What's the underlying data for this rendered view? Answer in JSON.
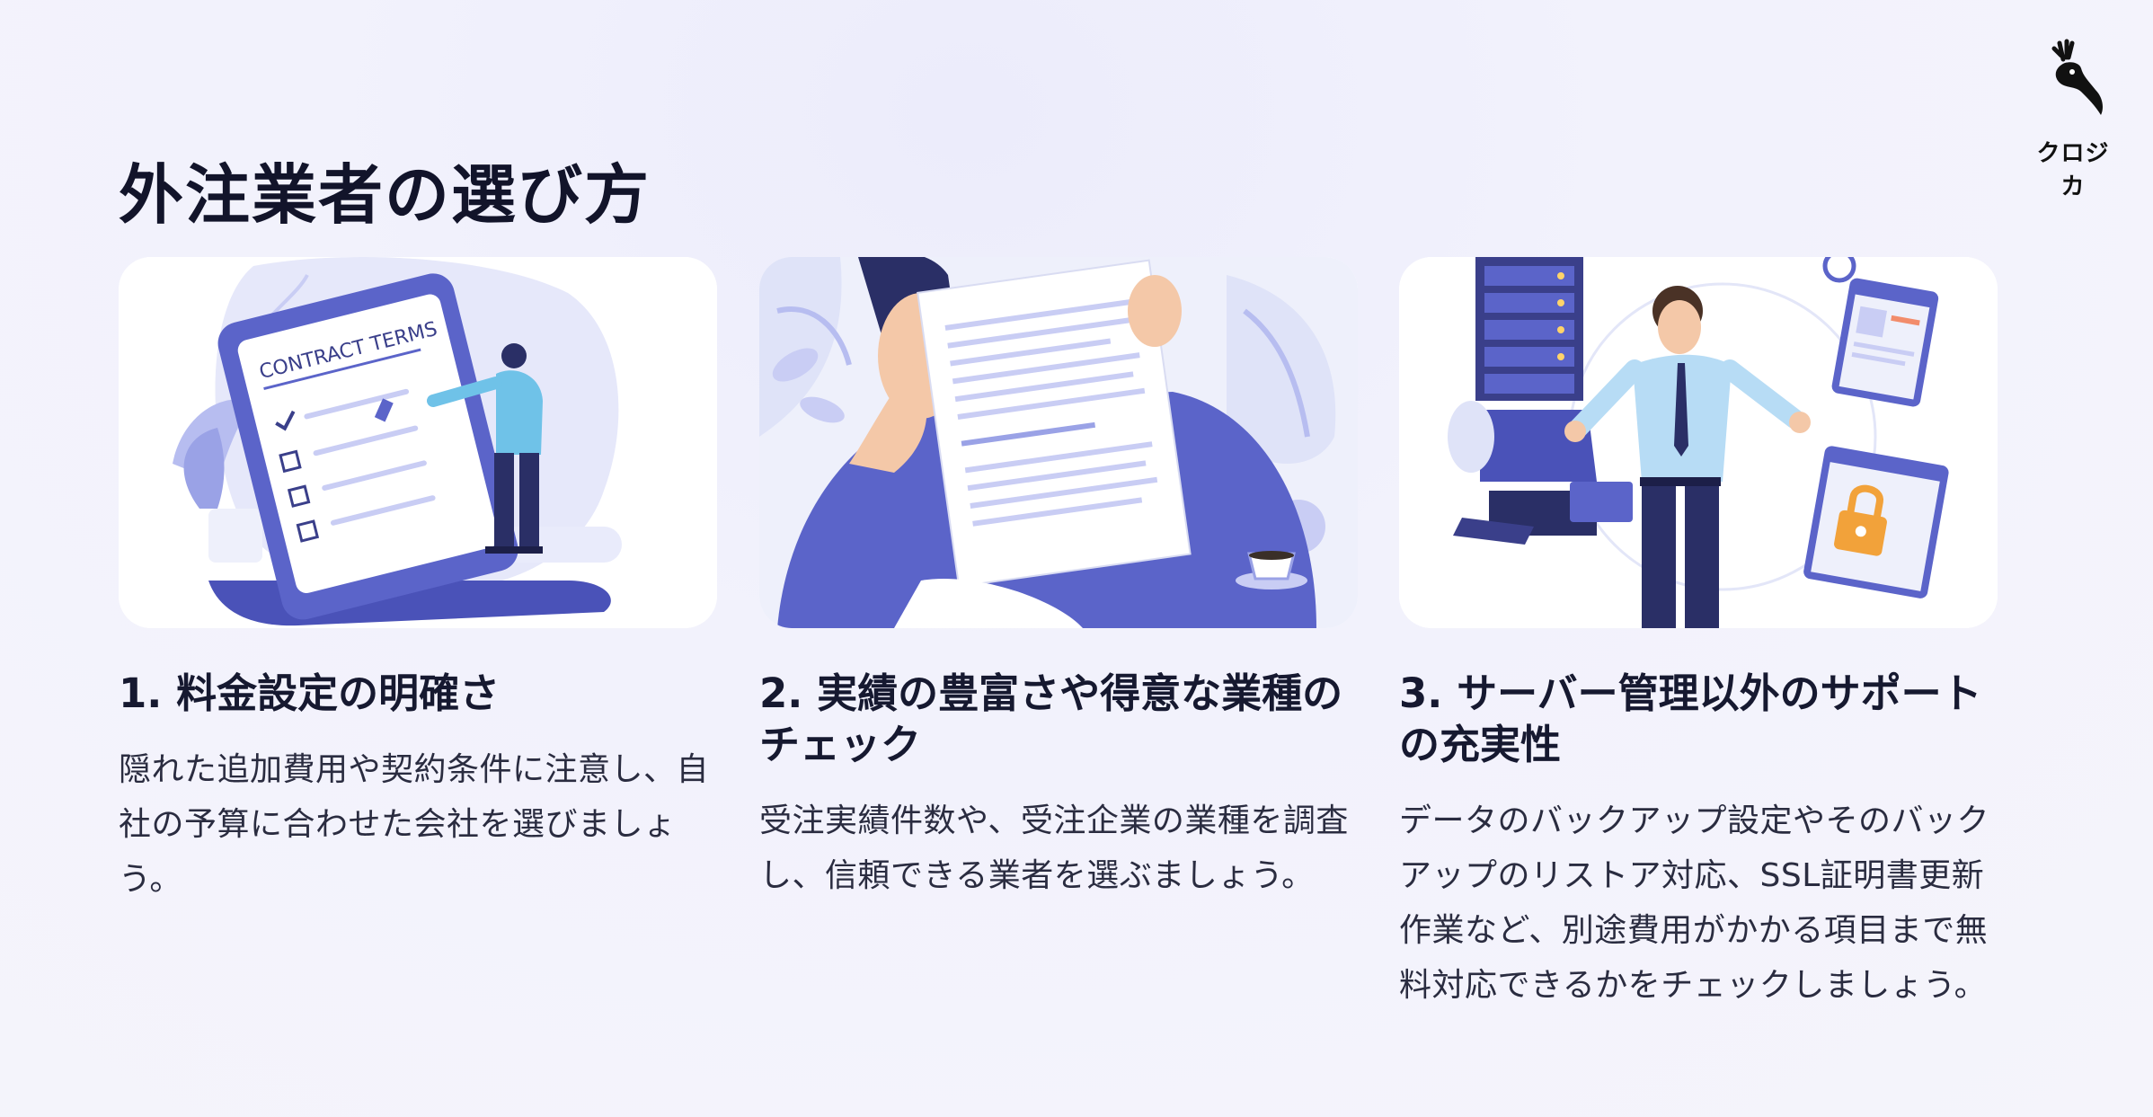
{
  "page": {
    "title": "外注業者の選び方"
  },
  "logo": {
    "text": "クロジカ",
    "icon": "deer-head-icon"
  },
  "cards": [
    {
      "illustration": "contract-terms-illustration",
      "illustration_text": "CONTRACT TERMS",
      "heading": "1. 料金設定の明確さ",
      "body": "隠れた追加費用や契約条件に注意し、自社の予算に合わせた会社を選びましょう。"
    },
    {
      "illustration": "reviewing-document-illustration",
      "heading": "2. 実績の豊富さや得意な業種のチェック",
      "body": "受注実績件数や、受注企業の業種を調査し、信頼できる業者を選ぶましょう。"
    },
    {
      "illustration": "server-support-illustration",
      "heading": "3. サーバー管理以外のサポートの充実性",
      "body": "データのバックアップ設定やそのバックアップのリストア対応、SSL証明書更新作業など、別途費用がかかる項目まで無料対応できるかをチェックしましょう。"
    }
  ],
  "colors": {
    "accent": "#5b64c9",
    "accent_light": "#c9cdf4",
    "text": "#12142a",
    "card_bg": "#ffffff"
  }
}
